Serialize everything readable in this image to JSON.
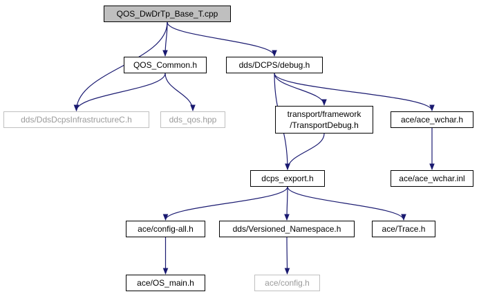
{
  "graph": {
    "edge_color": "#191970",
    "nodes": {
      "root": "QOS_DwDrTp_Base_T.cpp",
      "qos_common": "QOS_Common.h",
      "dcps_debug": "dds/DCPS/debug.h",
      "dds_infra": "dds/DdsDcpsInfrastructureC.h",
      "dds_qos": "dds_qos.hpp",
      "transport_debug_line1": "transport/framework",
      "transport_debug_line2": "/TransportDebug.h",
      "ace_wchar_h": "ace/ace_wchar.h",
      "dcps_export": "dcps_export.h",
      "ace_wchar_inl": "ace/ace_wchar.inl",
      "config_all": "ace/config-all.h",
      "versioned_ns": "dds/Versioned_Namespace.h",
      "ace_trace": "ace/Trace.h",
      "os_main": "ace/OS_main.h",
      "ace_config": "ace/config.h"
    },
    "edges": [
      [
        "root",
        "qos_common"
      ],
      [
        "root",
        "dcps_debug"
      ],
      [
        "root",
        "dds_infra"
      ],
      [
        "qos_common",
        "dds_infra"
      ],
      [
        "qos_common",
        "dds_qos"
      ],
      [
        "dcps_debug",
        "transport_debug"
      ],
      [
        "dcps_debug",
        "ace_wchar_h"
      ],
      [
        "dcps_debug",
        "dcps_export"
      ],
      [
        "transport_debug",
        "dcps_export"
      ],
      [
        "ace_wchar_h",
        "ace_wchar_inl"
      ],
      [
        "dcps_export",
        "config_all"
      ],
      [
        "dcps_export",
        "versioned_ns"
      ],
      [
        "dcps_export",
        "ace_trace"
      ],
      [
        "config_all",
        "os_main"
      ],
      [
        "versioned_ns",
        "ace_config"
      ]
    ]
  }
}
